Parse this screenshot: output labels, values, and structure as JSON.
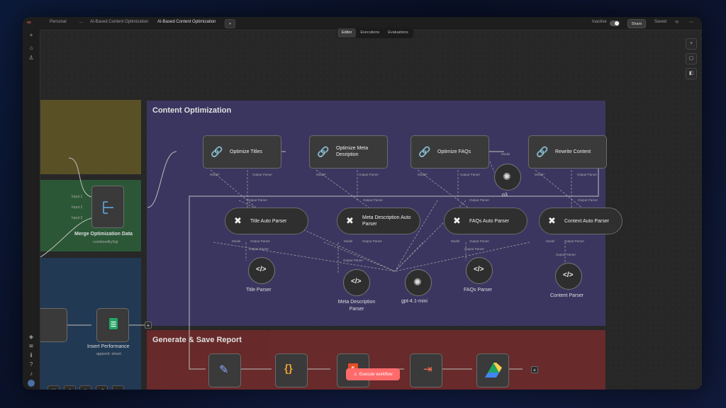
{
  "header": {
    "breadcrumb_project": "Personal",
    "breadcrumb_sep": "...",
    "breadcrumb_folder": "AI-Based Content Optimization",
    "workflow_title": "AI-Based Content Optimization",
    "tag_add": "+",
    "inactive_label": "Inactive",
    "share_label": "Share",
    "saved_label": "Saved"
  },
  "tabs": [
    {
      "label": "Editor",
      "active": true
    },
    {
      "label": "Executions",
      "active": false
    },
    {
      "label": "Evaluations",
      "active": false
    }
  ],
  "groups": {
    "content_optimization": {
      "title": "Content Optimization",
      "color": "#3c3763"
    },
    "generate_report": {
      "title": "Generate & Save Report",
      "color": "#6b2a2a"
    },
    "merge_group_color": "#2b5a37",
    "top_group_color": "#5c5226",
    "bottom_group_color": "#223a55"
  },
  "merge_node": {
    "title": "Merge Optimization Data",
    "subtitle": "combineBySql",
    "inputs": [
      "Input 1",
      "Input 2",
      "Input 3"
    ]
  },
  "insert_node": {
    "title": "Insert Performance",
    "subtitle": "append: sheet"
  },
  "agents": [
    {
      "label": "Optimize Titles"
    },
    {
      "label": "Optimize Meta Desription"
    },
    {
      "label": "Optimize FAQs"
    },
    {
      "label": "Rewrite Content"
    }
  ],
  "agent_ports": {
    "model": "Model*",
    "output_parser": "Output Parser",
    "model_plain": "Model"
  },
  "auto_parsers": [
    {
      "label": "Title Auto Parser"
    },
    {
      "label": "Meta Description Auto Parser"
    },
    {
      "label": "FAQs Auto Parser"
    },
    {
      "label": "Content Auto Parser"
    }
  ],
  "parser_ports": {
    "model": "Model",
    "output_parser": "Output Parser"
  },
  "structured_parsers": [
    {
      "label": "Title Parser"
    },
    {
      "label": "Meta Description Parser"
    },
    {
      "label": "FAQs Parser"
    },
    {
      "label": "Content Parser"
    }
  ],
  "models": [
    {
      "label": "o3"
    },
    {
      "label": "gpt-4.1-mini"
    }
  ],
  "execute_button": "Execute workflow",
  "icons": {
    "agent": "link-chain-icon",
    "auto_parser": "tools-icon",
    "parser": "code-icon",
    "model": "openai-icon"
  }
}
